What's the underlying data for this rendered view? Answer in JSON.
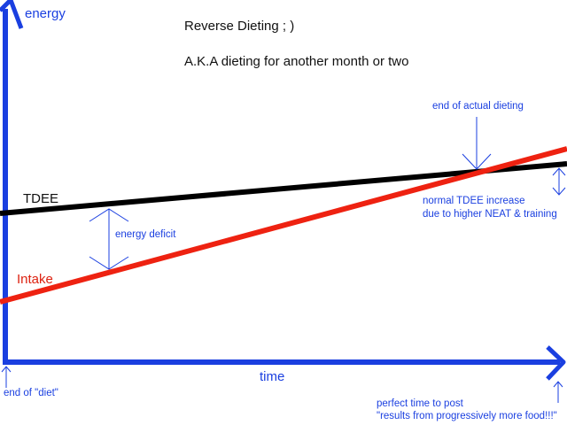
{
  "title": "Reverse Dieting  ; )",
  "subtitle": "A.K.A dieting for another month or two",
  "axes": {
    "y_label": "energy",
    "x_label": "time"
  },
  "lines": {
    "tdee_label": "TDEE",
    "intake_label": "Intake"
  },
  "annotations": {
    "energy_deficit": "energy deficit",
    "end_of_actual_dieting": "end of actual dieting",
    "tdee_increase_line1": "normal TDEE increase",
    "tdee_increase_line2": "due to higher NEAT & training",
    "end_of_diet": "end of \"diet\"",
    "post_line1": "perfect time to post",
    "post_line2": "\"results from progressively more food!!!\""
  },
  "colors": {
    "axis_blue": "#1a3fe0",
    "tdee_line": "#000000",
    "intake_line": "#ee2211",
    "intake_label": "#dd2211",
    "text": "#111111"
  }
}
